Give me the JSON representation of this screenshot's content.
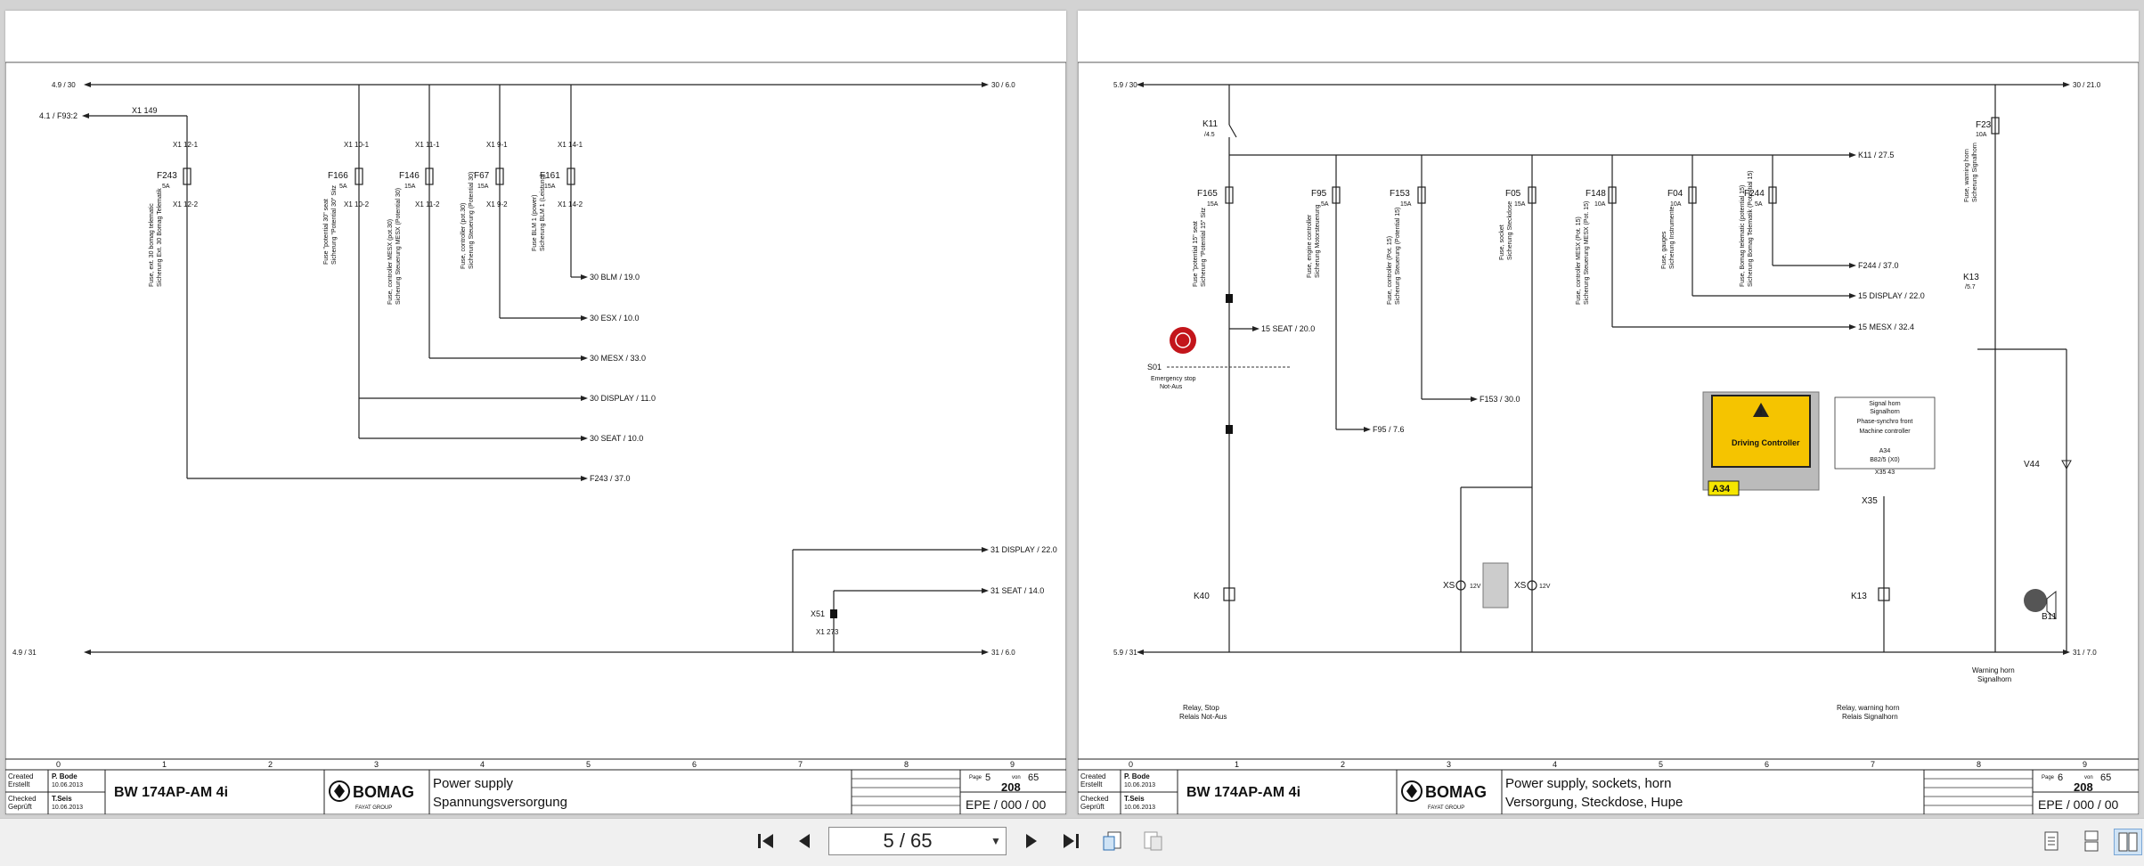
{
  "left_sheet": {
    "refs": {
      "l30": "4.9 / 30",
      "r30": "30 / 6.0",
      "l31": "4.9 / 31",
      "r31": "31 / 6.0",
      "f93": "4.1 / F93:2",
      "x1_149": "X1 149",
      "out_blm": "30 BLM / 19.0",
      "out_esx": "30 ESX / 10.0",
      "out_mesx": "30 MESX / 33.0",
      "out_display": "30 DISPLAY / 11.0",
      "out_seat": "30 SEAT / 10.0",
      "out_f243": "F243 / 37.0",
      "out31_display": "31 DISPLAY / 22.0",
      "out31_seat": "31 SEAT / 14.0",
      "x51": "X51",
      "x1_273": "X1 273"
    },
    "fuses": [
      {
        "name": "F243",
        "rating": "5A",
        "top": "X1 12-1",
        "bottom": "X1 12-2",
        "desc1": "Fuse, ext. 30 bomag telematic",
        "desc2": "Sicherung Ext. 30 Bomag Telematik"
      },
      {
        "name": "F166",
        "rating": "5A",
        "top": "X1 10-1",
        "bottom": "X1 10-2",
        "desc1": "Fuse \"potential 30\" seat",
        "desc2": "Sicherung \"Potential 30\" Sitz"
      },
      {
        "name": "F146",
        "rating": "15A",
        "top": "X1 11-1",
        "bottom": "X1 11-2",
        "desc1": "Fuse, controller MESX (pot.30)",
        "desc2": "Sicherung Steuerung MESX (Potential 30)"
      },
      {
        "name": "F67",
        "rating": "15A",
        "top": "X1 9-1",
        "bottom": "X1 9-2",
        "desc1": "Fuse, controller (pot.30)",
        "desc2": "Sicherung Steuerung (Potential 30)"
      },
      {
        "name": "F161",
        "rating": "15A",
        "top": "X1 14-1",
        "bottom": "X1 14-2",
        "desc1": "Fuse BLM 1 (power)",
        "desc2": "Sicherung BLM 1 (Leistung)"
      }
    ],
    "grid_numbers": [
      "0",
      "1",
      "2",
      "3",
      "4",
      "5",
      "6",
      "7",
      "8",
      "9"
    ],
    "title_block": {
      "created_label": "Created",
      "created_label_de": "Erstellt",
      "created_by": "P. Bode",
      "created_date": "10.06.2013",
      "checked_label": "Checked",
      "checked_label_de": "Geprüft",
      "checked_by": "T.Seis",
      "checked_date": "10.06.2013",
      "machine": "BW 174AP-AM  4i",
      "brand": "BOMAG",
      "brand_sub": "FAYAT GROUP",
      "title_en": "Power supply",
      "title_de": "Spannungsversorgung",
      "page_label": "Page",
      "page_no": "5",
      "page_of_label": "von",
      "page_total": "65",
      "drawing_no": "208",
      "epe": "EPE / 000 / 00"
    }
  },
  "right_sheet": {
    "refs": {
      "l30": "5.9 / 30",
      "r30": "30 / 21.0",
      "l31": "5.9 / 31",
      "r31": "31 / 7.0",
      "k11_out": "K11 / 27.5",
      "f244_out": "F244 / 37.0",
      "display_out": "15 DISPLAY / 22.0",
      "mesx_out": "15 MESX / 32.4",
      "seat_out": "15 SEAT / 20.0",
      "f95_out": "F95 / 7.6",
      "f153_out": "F153 / 30.0",
      "k11": "K11",
      "k11_ref": "/4.5",
      "k13": "K13",
      "k13_ref": "/5.7",
      "k40": "K40",
      "s01": "S01",
      "estop_en": "Emergency stop",
      "estop_de": "Not-Aus",
      "xs": "XS",
      "v12": "12V",
      "x35": "X35",
      "v44": "V44",
      "b11": "B11",
      "relay_stop_en": "Relay, Stop",
      "relay_stop_de": "Relais Not-Aus",
      "relay_horn_en": "Relay, warning horn",
      "relay_horn_de": "Relais Signalhorn",
      "horn_en": "Warning horn",
      "horn_de": "Signalhorn",
      "f23": "F23",
      "f23_rating": "10A",
      "f23_desc1": "Fuse, warning horn",
      "f23_desc2": "Sicherung Signalhorn",
      "driving_controller": "Driving Controller",
      "a34": "A34",
      "legend": [
        "Signal horn",
        "Signalhorn",
        "Phase-synchro front",
        "Machine controller",
        "",
        "A34",
        "B82/5 (X0)",
        "X35 43"
      ]
    },
    "fuses": [
      {
        "name": "F165",
        "rating": "15A",
        "desc1": "Fuse \"potential 15\" seat",
        "desc2": "Sicherung \"Potential 15\" Sitz"
      },
      {
        "name": "F95",
        "rating": "5A",
        "desc1": "Fuse, engine controller",
        "desc2": "Sicherung Motorsteuerung"
      },
      {
        "name": "F153",
        "rating": "15A",
        "desc1": "Fuse, controller (Pot. 15)",
        "desc2": "Sicherung Steuerung (Potential 15)"
      },
      {
        "name": "F05",
        "rating": "15A",
        "desc1": "Fuse, socket",
        "desc2": "Sicherung Steckdose"
      },
      {
        "name": "F148",
        "rating": "10A",
        "desc1": "Fuse, controller MESX (Pot. 15)",
        "desc2": "Sicherung Steuerung MESX (Pot. 15)"
      },
      {
        "name": "F04",
        "rating": "10A",
        "desc1": "Fuse, gauges",
        "desc2": "Sicherung Instrumente"
      },
      {
        "name": "F244",
        "rating": "5A",
        "desc1": "Fuse, Bomag telematic (potential 15)",
        "desc2": "Sicherung Bomag Telematik (Potential 15)"
      }
    ],
    "grid_numbers": [
      "0",
      "1",
      "2",
      "3",
      "4",
      "5",
      "6",
      "7",
      "8",
      "9"
    ],
    "title_block": {
      "created_label": "Created",
      "created_label_de": "Erstellt",
      "created_by": "P. Bode",
      "created_date": "10.06.2013",
      "checked_label": "Checked",
      "checked_label_de": "Geprüft",
      "checked_by": "T.Seis",
      "checked_date": "10.06.2013",
      "machine": "BW 174AP-AM  4i",
      "brand": "BOMAG",
      "brand_sub": "FAYAT GROUP",
      "title_en": "Power supply, sockets, horn",
      "title_de": "Versorgung, Steckdose, Hupe",
      "page_label": "Page",
      "page_no": "6",
      "page_of_label": "von",
      "page_total": "65",
      "drawing_no": "208",
      "epe": "EPE / 000 / 00"
    }
  },
  "toolbar": {
    "page_indicator": "5 / 65",
    "icons": [
      "first-page-icon",
      "previous-page-icon",
      "next-page-icon",
      "last-page-icon",
      "rotate-left-icon",
      "rotate-right-icon",
      "single-page-view-icon",
      "continuous-view-icon",
      "two-page-view-icon"
    ]
  }
}
